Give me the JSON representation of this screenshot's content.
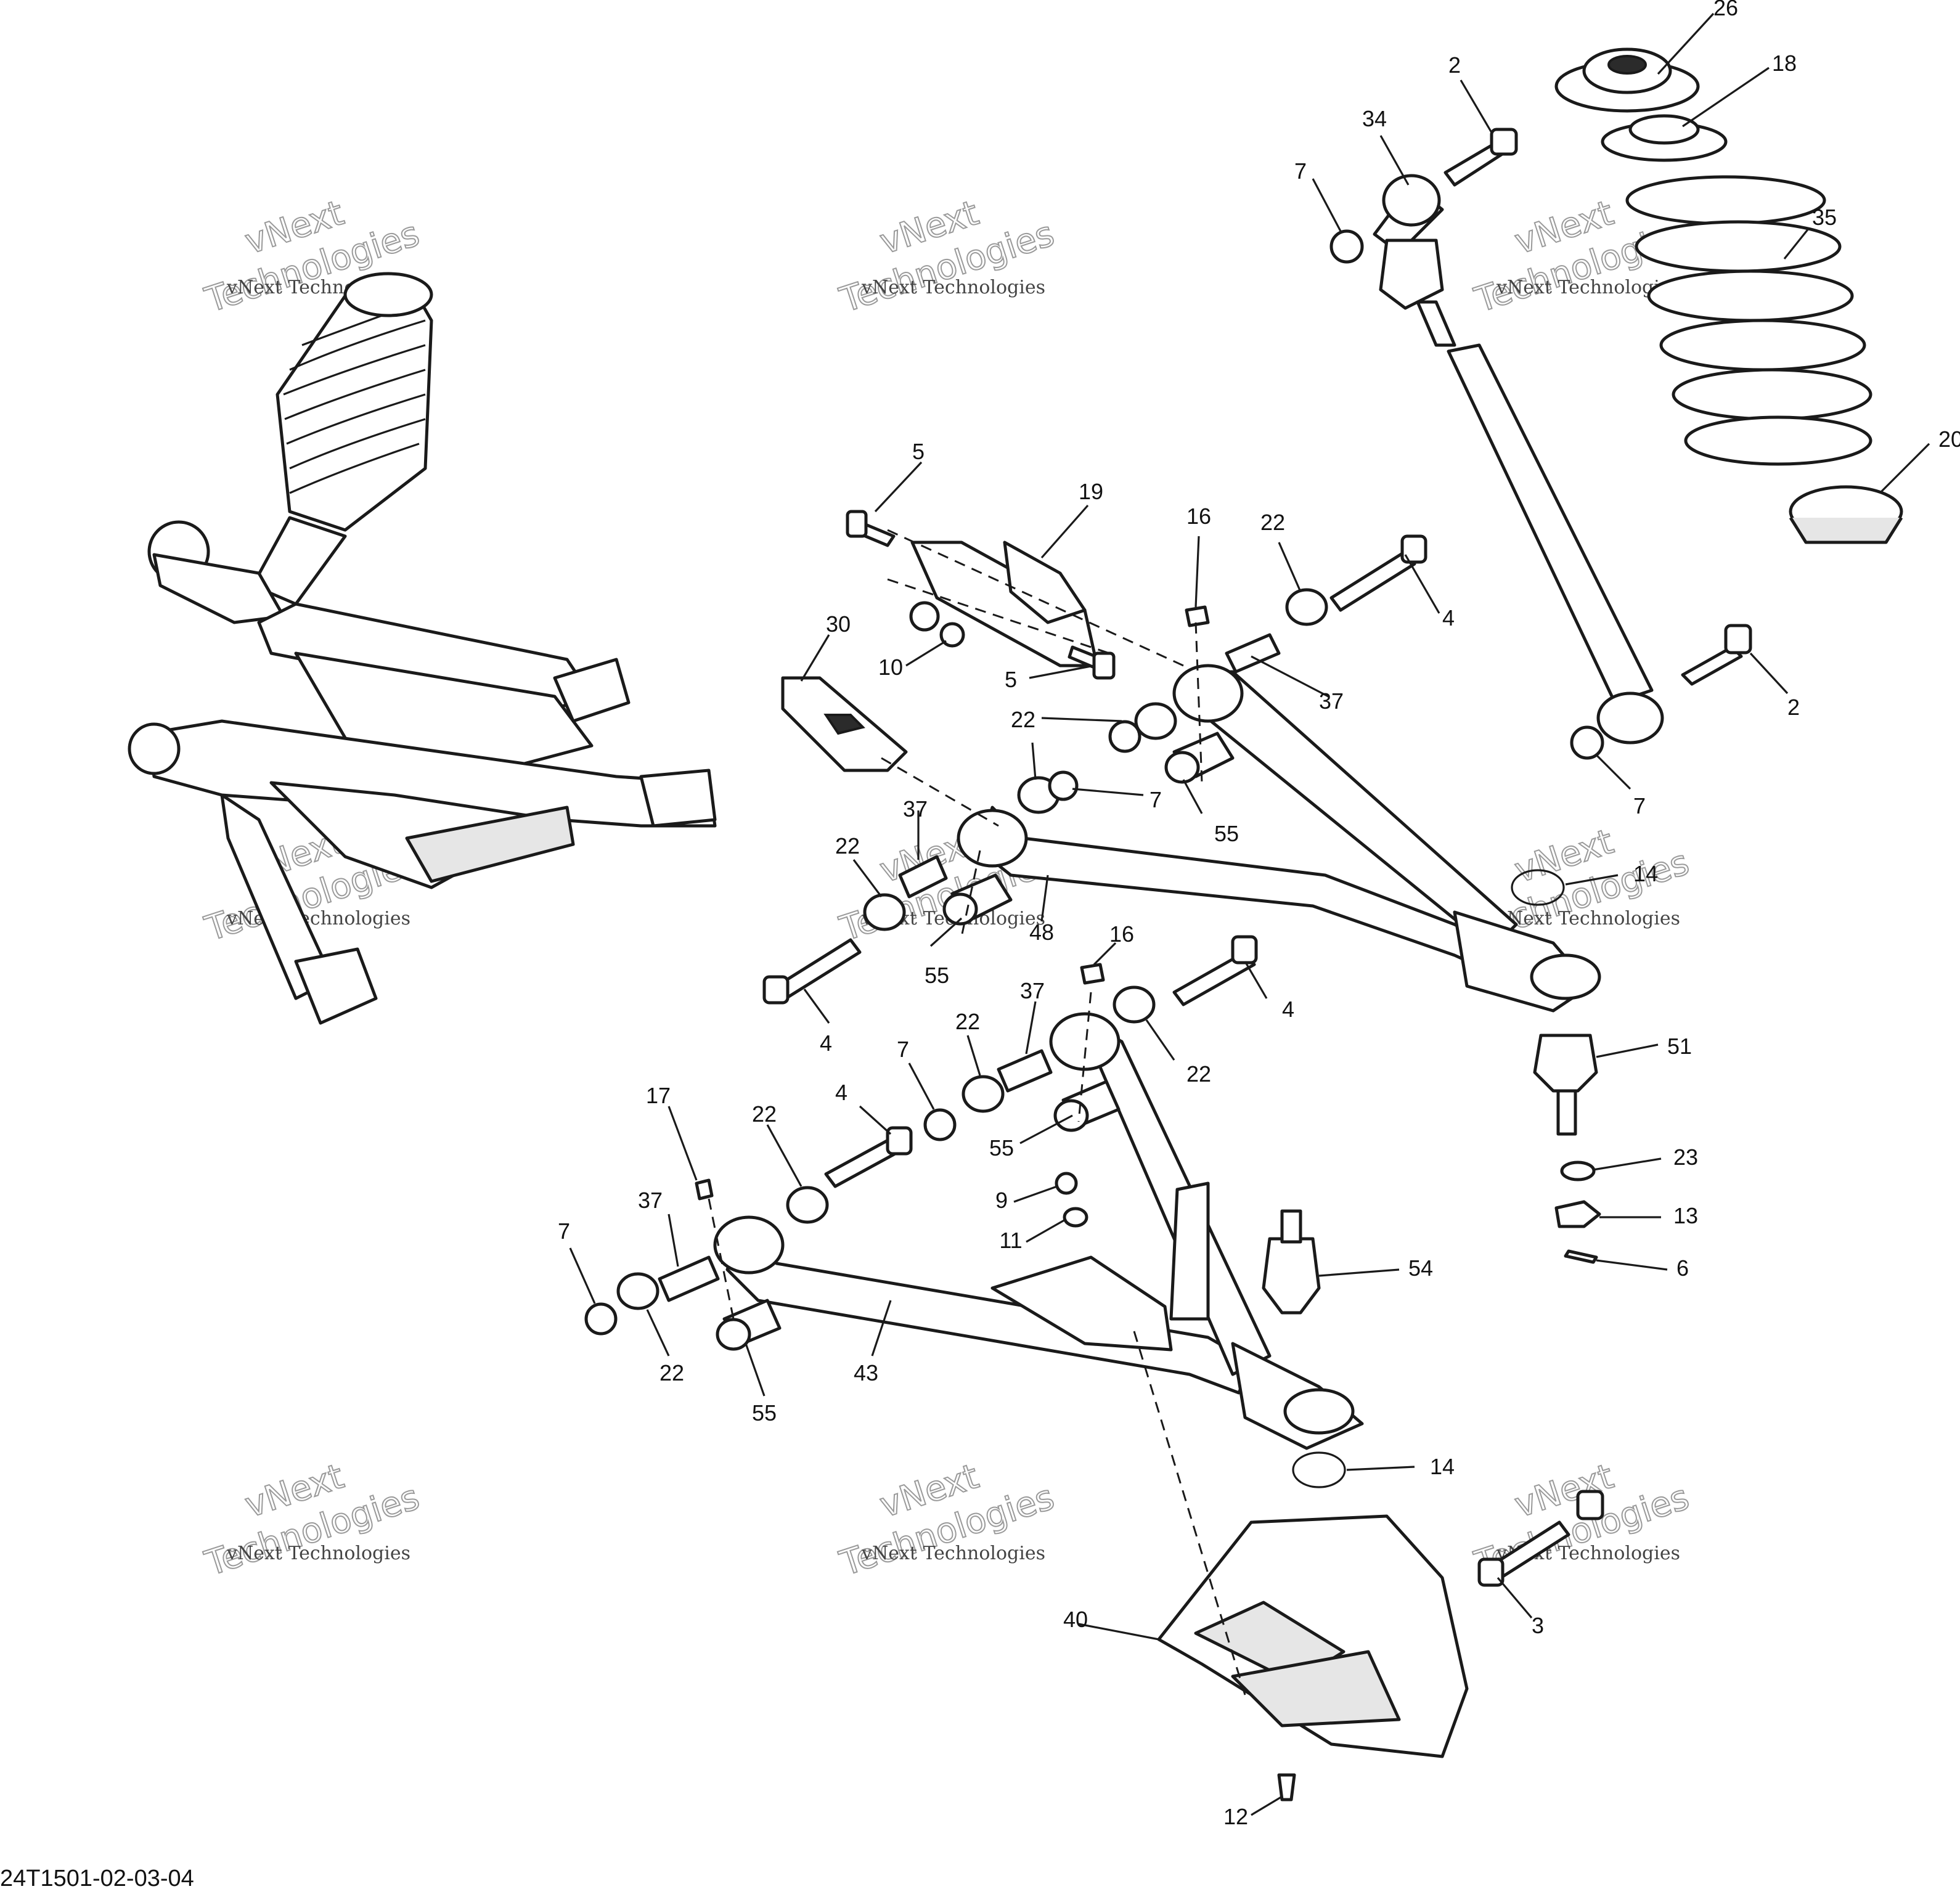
{
  "diagram": {
    "drawing_code": "24T1501-02-03-04",
    "watermark": {
      "line1": "vNext Technologies",
      "line2a": "vNext",
      "line2b": "Technologies"
    },
    "callouts": [
      {
        "id": "c26",
        "label": "26"
      },
      {
        "id": "c18",
        "label": "18"
      },
      {
        "id": "c2a",
        "label": "2"
      },
      {
        "id": "c34",
        "label": "34"
      },
      {
        "id": "c7a",
        "label": "7"
      },
      {
        "id": "c35",
        "label": "35"
      },
      {
        "id": "c20",
        "label": "20"
      },
      {
        "id": "c2b",
        "label": "2"
      },
      {
        "id": "c7b",
        "label": "7"
      },
      {
        "id": "c5a",
        "label": "5"
      },
      {
        "id": "c19",
        "label": "19"
      },
      {
        "id": "c16a",
        "label": "16"
      },
      {
        "id": "c22a",
        "label": "22"
      },
      {
        "id": "c4a",
        "label": "4"
      },
      {
        "id": "c30",
        "label": "30"
      },
      {
        "id": "c10",
        "label": "10"
      },
      {
        "id": "c5b",
        "label": "5"
      },
      {
        "id": "c37a",
        "label": "37"
      },
      {
        "id": "c22b",
        "label": "22"
      },
      {
        "id": "c7c",
        "label": "7"
      },
      {
        "id": "c55a",
        "label": "55"
      },
      {
        "id": "c37b",
        "label": "37"
      },
      {
        "id": "c22c",
        "label": "22"
      },
      {
        "id": "c14a",
        "label": "14"
      },
      {
        "id": "c48",
        "label": "48"
      },
      {
        "id": "c55b",
        "label": "55"
      },
      {
        "id": "c16b",
        "label": "16"
      },
      {
        "id": "c37c",
        "label": "37"
      },
      {
        "id": "c4b",
        "label": "4"
      },
      {
        "id": "c4c",
        "label": "4"
      },
      {
        "id": "c51",
        "label": "51"
      },
      {
        "id": "c7d",
        "label": "7"
      },
      {
        "id": "c22d",
        "label": "22"
      },
      {
        "id": "c22e",
        "label": "22"
      },
      {
        "id": "c17",
        "label": "17"
      },
      {
        "id": "c22f",
        "label": "22"
      },
      {
        "id": "c4d",
        "label": "4"
      },
      {
        "id": "c55c",
        "label": "55"
      },
      {
        "id": "c23",
        "label": "23"
      },
      {
        "id": "c9",
        "label": "9"
      },
      {
        "id": "c13",
        "label": "13"
      },
      {
        "id": "c37d",
        "label": "37"
      },
      {
        "id": "c11",
        "label": "11"
      },
      {
        "id": "c6",
        "label": "6"
      },
      {
        "id": "c7e",
        "label": "7"
      },
      {
        "id": "c54",
        "label": "54"
      },
      {
        "id": "c22g",
        "label": "22"
      },
      {
        "id": "c43",
        "label": "43"
      },
      {
        "id": "c55d",
        "label": "55"
      },
      {
        "id": "c14b",
        "label": "14"
      },
      {
        "id": "c40",
        "label": "40"
      },
      {
        "id": "c3",
        "label": "3"
      },
      {
        "id": "c12",
        "label": "12"
      }
    ]
  }
}
